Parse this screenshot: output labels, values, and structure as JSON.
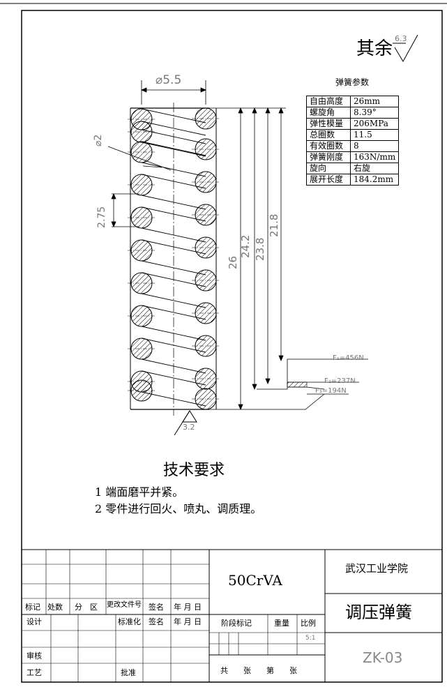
{
  "roughness": {
    "label": "其余",
    "value": "6.3",
    "end_value": "3.2"
  },
  "params": {
    "title": "弹簧参数",
    "rows": [
      {
        "k": "自由高度",
        "v": "26mm"
      },
      {
        "k": "螺旋角",
        "v": "8.39°"
      },
      {
        "k": "弹性模量",
        "v": "206MPa"
      },
      {
        "k": "总圈数",
        "v": "11.5"
      },
      {
        "k": "有效圈数",
        "v": "8"
      },
      {
        "k": "弹簧刚度",
        "v": "163N/mm"
      },
      {
        "k": "旋向",
        "v": "右旋"
      },
      {
        "k": "展开长度",
        "v": "184.2mm"
      }
    ]
  },
  "dims": {
    "diameter": "⌀5.5",
    "wire": "⌀2",
    "pitch": "2.75",
    "h1": "26",
    "h2": "24.2",
    "h3": "23.8",
    "h4": "21.8",
    "f1": "F₁=456N",
    "f2": "F₂=237N",
    "f3": "F₃=194N"
  },
  "tech": {
    "title": "技术要求",
    "items": [
      "1 端面磨平并紧。",
      "2 零件进行回火、喷丸、调质理。"
    ]
  },
  "title_block": {
    "material": "50CrVA",
    "school": "武汉工业学院",
    "part": "调压弹簧",
    "code": "ZK-03",
    "scale": "5:1",
    "h_mark": "标记",
    "h_count": "处数",
    "h_zone": "分　区",
    "h_doc": "更改文件号",
    "h_sign": "签名",
    "h_date": "年 月 日",
    "design": "设计",
    "std": "标准化",
    "sign2": "签名",
    "date2": "年 月 日",
    "review": "审核",
    "craft": "工艺",
    "approve": "批准",
    "stage": "阶段标记",
    "weight": "重量",
    "ratio": "比例",
    "sheets": "共　　张　　第　　张"
  }
}
